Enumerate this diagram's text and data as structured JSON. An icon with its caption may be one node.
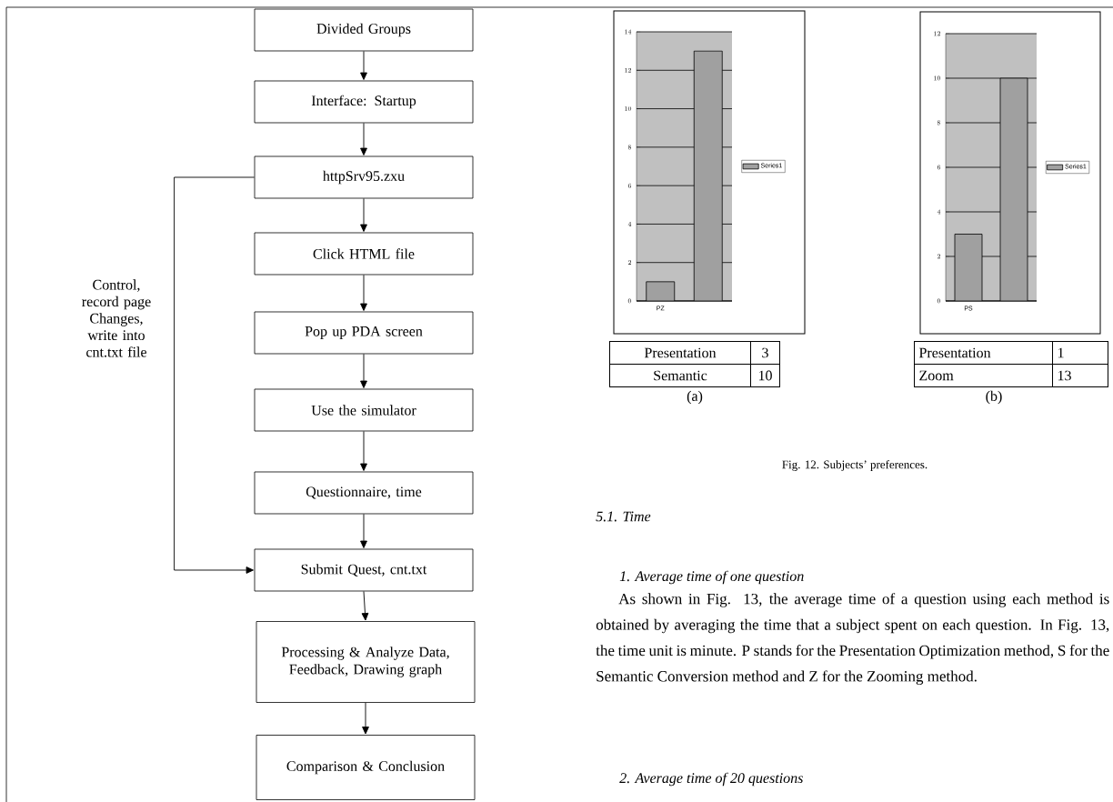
{
  "diagram": {
    "caption": "Fig. 12. Subjects’ preferences.",
    "nodes": [
      {
        "text": [
          "Divided Groups"
        ]
      },
      {
        "text": [
          "Interface: Startup"
        ]
      },
      {
        "text": [
          "httpSrv95.zxu"
        ]
      },
      {
        "text": [
          "Click HTML file"
        ]
      },
      {
        "text": [
          "Pop up PDA screen"
        ]
      },
      {
        "text": [
          "Use the simulator"
        ]
      },
      {
        "text": [
          "Questionnaire, time"
        ]
      },
      {
        "text": [
          "Submit Quest, cnt.txt"
        ]
      },
      {
        "text": [
          "Processing & Analyze Data, Feedback, Drawing graph"
        ]
      },
      {
        "text": [
          "Comparison & Conclusion"
        ]
      }
    ],
    "edges": [
      {
        "from": 0,
        "to": 1,
        "arrow": "to"
      },
      {
        "from": 1,
        "to": 2,
        "arrow": "to"
      },
      {
        "from": 2,
        "to": 3,
        "arrow": "to"
      },
      {
        "from": 3,
        "to": 4,
        "arrow": "to"
      },
      {
        "from": 4,
        "to": 5,
        "arrow": "to"
      },
      {
        "from": 5,
        "to": 6,
        "arrow": "to"
      },
      {
        "from": 6,
        "to": 7,
        "arrow": "to"
      },
      {
        "from": 7,
        "to": 8,
        "arrow": "to"
      },
      {
        "from": 8,
        "to": 9,
        "arrow": "to"
      },
      {
        "from": 2,
        "to": 7,
        "arrow": "to",
        "label": "Control, record page Changes, write into cnt.txt file"
      }
    ],
    "labels": [
      "Presentation",
      "3",
      "Semantic",
      "10",
      "(a)",
      "Presentation",
      "1",
      "Zoom",
      "13",
      "(b)",
      "5.1.  Time",
      "1. Average time of one question",
      "As shown in Fig. 13, the average time of a question using each method is obtained by averaging the time that a subject spent on each question. In Fig. 13, the time unit is minute. P stands for the Presentation Optimization method, S for the Semantic Conversion method and Z for the Zooming method.",
      "2. Average time of 20 questions"
    ],
    "chart_data": [
      {
        "type": "bar",
        "grid": true,
        "categories": [
          "PZ",
          null
        ],
        "series": [
          {
            "name": "Series1",
            "color": "#a0a0a0",
            "values": [
              1,
              13
            ]
          }
        ],
        "ylim": [
          0,
          14
        ],
        "yticks": [
          0,
          2,
          4,
          6,
          8,
          10,
          12,
          14
        ]
      },
      {
        "type": "bar",
        "grid": true,
        "categories": [
          "PS",
          null
        ],
        "series": [
          {
            "name": "Series1",
            "color": "#a0a0a0",
            "values": [
              3,
              10
            ]
          }
        ],
        "ylim": [
          0,
          12
        ],
        "yticks": [
          0,
          2,
          4,
          6,
          8,
          10,
          12
        ]
      }
    ]
  }
}
